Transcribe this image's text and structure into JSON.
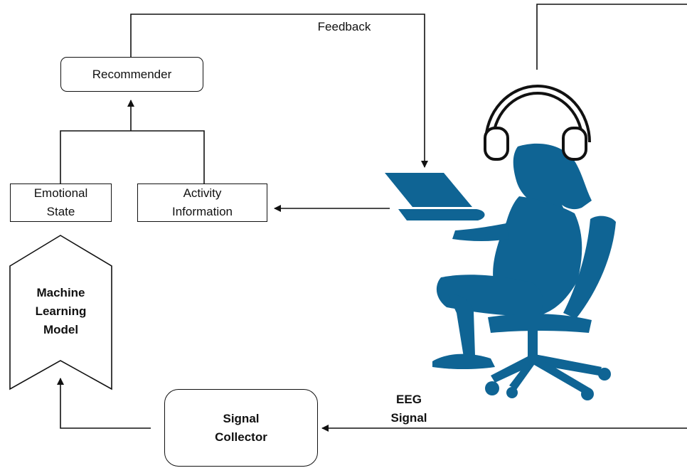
{
  "diagram": {
    "nodes": {
      "recommender": "Recommender",
      "emotional_state": "Emotional\nState",
      "activity_information": "Activity\nInformation",
      "machine_learning_model": "Machine\nLearning\nModel",
      "signal_collector": "Signal\nCollector"
    },
    "edge_labels": {
      "feedback": "Feedback",
      "eeg_signal": "EEG\nSignal"
    },
    "icons": {
      "user": "person-at-laptop-in-chair-icon",
      "headphones": "eeg-headset-icon"
    },
    "colors": {
      "figure": "#0f6494",
      "lines": "#111111"
    }
  }
}
